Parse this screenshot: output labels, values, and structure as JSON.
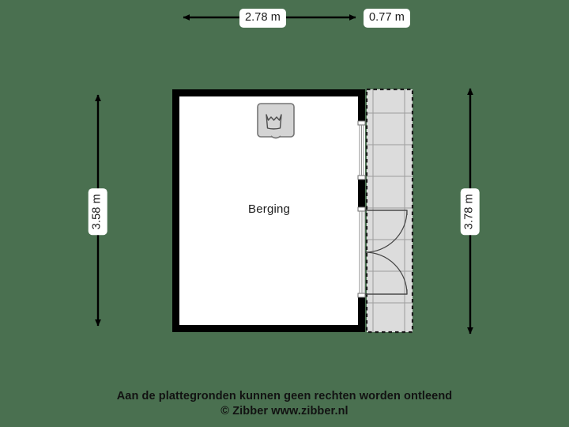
{
  "plan": {
    "room_label": "Berging",
    "appliance_icon": "washing-machine-icon",
    "dimensions": {
      "top_main": "2.78 m",
      "top_side": "0.77 m",
      "left": "3.58 m",
      "right": "3.78 m"
    },
    "colors": {
      "background": "#4a7050",
      "wall": "#000000",
      "room_fill": "#ffffff",
      "terrace_fill": "#dcdcdc",
      "terrace_grid": "#9a9a9a",
      "appliance_fill": "#d4d4d4",
      "appliance_stroke": "#707070",
      "label_bg": "#ffffff",
      "text": "#1a1a1a"
    }
  },
  "footer": {
    "line1": "Aan de plattegronden kunnen geen rechten worden ontleend",
    "line2": "© Zibber www.zibber.nl"
  }
}
